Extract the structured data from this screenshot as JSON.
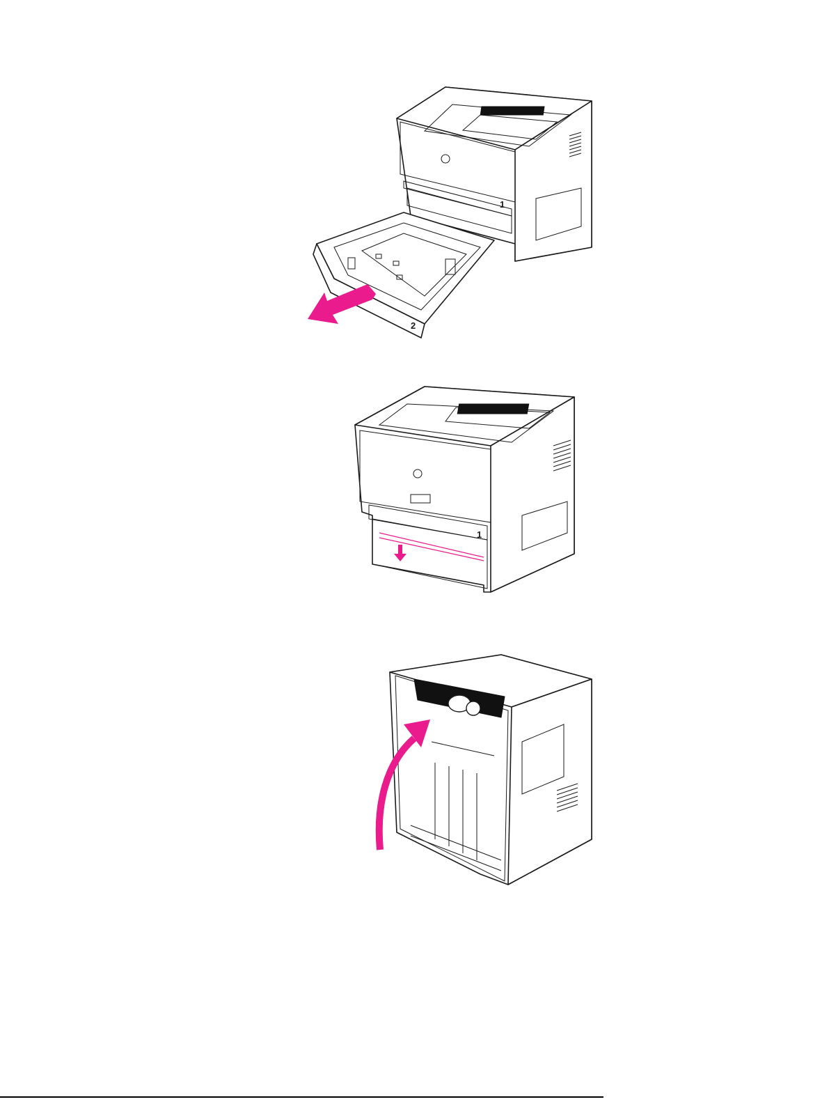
{
  "illustrations": {
    "figure1": {
      "tray1_number": "1",
      "tray2_number": "2",
      "arrow_color": "#ea1b8c"
    },
    "figure2": {
      "tray1_number": "1",
      "arrow_color": "#ea1b8c"
    },
    "figure3": {
      "arrow_color": "#ea1b8c"
    }
  }
}
